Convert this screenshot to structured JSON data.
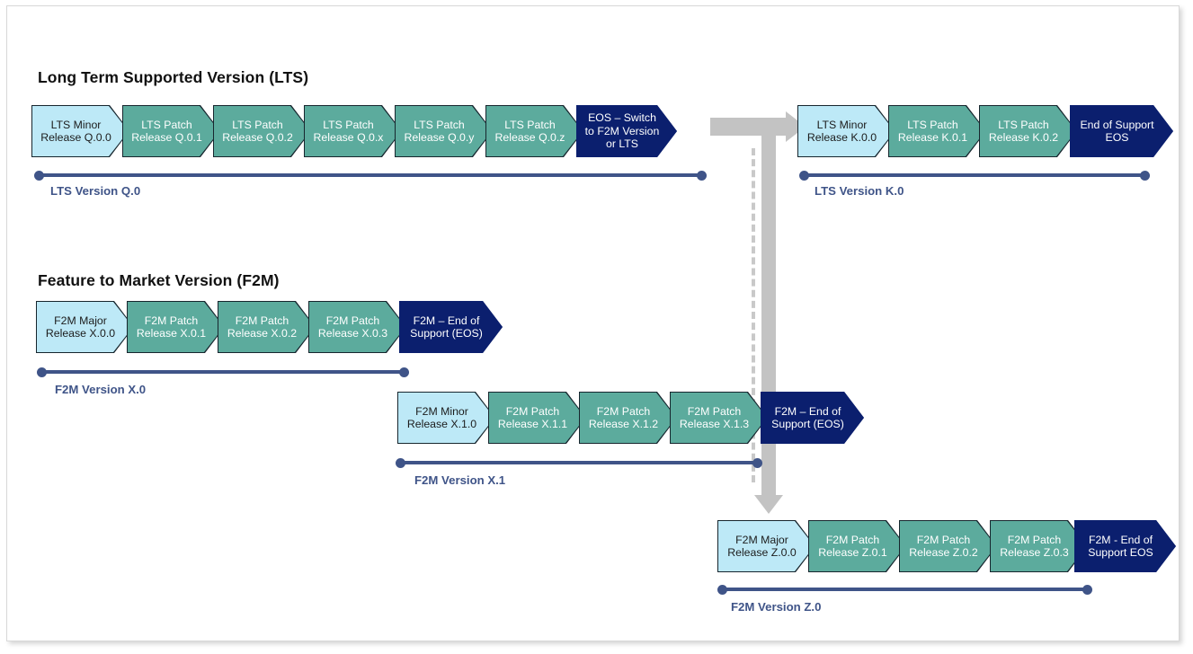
{
  "diagram": {
    "sections": [
      {
        "id": "lts",
        "title": "Long Term Supported Version (LTS)"
      },
      {
        "id": "f2m",
        "title": "Feature to Market Version (F2M)"
      }
    ],
    "rows": [
      {
        "id": "lts-q0",
        "timeline_label": "LTS Version Q.0",
        "chevrons": [
          {
            "kind": "minor",
            "line1": "LTS Minor",
            "line2": "Release Q.0.0"
          },
          {
            "kind": "patch",
            "line1": "LTS Patch",
            "line2": "Release Q.0.1"
          },
          {
            "kind": "patch",
            "line1": "LTS Patch",
            "line2": "Release Q.0.2"
          },
          {
            "kind": "patch",
            "line1": "LTS Patch",
            "line2": "Release Q.0.x"
          },
          {
            "kind": "patch",
            "line1": "LTS Patch",
            "line2": "Release Q.0.y"
          },
          {
            "kind": "patch",
            "line1": "LTS Patch",
            "line2": "Release Q.0.z"
          },
          {
            "kind": "eos",
            "line1": "EOS – Switch",
            "line2": "to F2M Version",
            "line3": "or LTS"
          }
        ]
      },
      {
        "id": "lts-k0",
        "timeline_label": "LTS Version K.0",
        "chevrons": [
          {
            "kind": "minor",
            "line1": "LTS Minor",
            "line2": "Release K.0.0"
          },
          {
            "kind": "patch",
            "line1": "LTS Patch",
            "line2": "Release K.0.1"
          },
          {
            "kind": "patch",
            "line1": "LTS Patch",
            "line2": "Release K.0.2"
          },
          {
            "kind": "eos",
            "line1": "End of Support",
            "line2": "EOS"
          }
        ]
      },
      {
        "id": "f2m-x0",
        "timeline_label": "F2M Version X.0",
        "chevrons": [
          {
            "kind": "minor",
            "line1": "F2M Major",
            "line2": "Release X.0.0"
          },
          {
            "kind": "patch",
            "line1": "F2M Patch",
            "line2": "Release X.0.1"
          },
          {
            "kind": "patch",
            "line1": "F2M Patch",
            "line2": "Release X.0.2"
          },
          {
            "kind": "patch",
            "line1": "F2M Patch",
            "line2": "Release X.0.3"
          },
          {
            "kind": "eos",
            "line1": "F2M – End of",
            "line2": "Support (EOS)"
          }
        ]
      },
      {
        "id": "f2m-x1",
        "timeline_label": "F2M Version X.1",
        "chevrons": [
          {
            "kind": "minor",
            "line1": "F2M Minor",
            "line2": "Release X.1.0"
          },
          {
            "kind": "patch",
            "line1": "F2M Patch",
            "line2": "Release X.1.1"
          },
          {
            "kind": "patch",
            "line1": "F2M Patch",
            "line2": "Release X.1.2"
          },
          {
            "kind": "patch",
            "line1": "F2M Patch",
            "line2": "Release X.1.3"
          },
          {
            "kind": "eos",
            "line1": "F2M – End of",
            "line2": "Support (EOS)"
          }
        ]
      },
      {
        "id": "f2m-z0",
        "timeline_label": "F2M Version Z.0",
        "chevrons": [
          {
            "kind": "minor",
            "line1": "F2M Major",
            "line2": "Release Z.0.0"
          },
          {
            "kind": "patch",
            "line1": "F2M Patch",
            "line2": "Release Z.0.1"
          },
          {
            "kind": "patch",
            "line1": "F2M Patch",
            "line2": "Release Z.0.2"
          },
          {
            "kind": "patch",
            "line1": "F2M Patch",
            "line2": "Release Z.0.3"
          },
          {
            "kind": "eos",
            "line1": "F2M - End of",
            "line2": "Support EOS"
          }
        ]
      }
    ],
    "colors": {
      "minor": "#bde9f7",
      "patch": "#5cab9d",
      "eos": "#0b1f6e",
      "timeline": "#3f5488",
      "connector": "#c3c3c3",
      "dashed": "#c9c9c9",
      "outline": "#17262e"
    }
  }
}
